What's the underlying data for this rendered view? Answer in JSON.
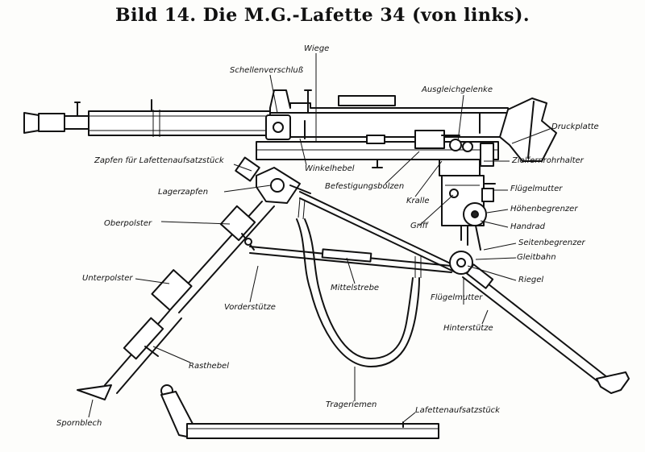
{
  "title": "Bild 14.  Die M.G.-Lafette 34 (von links).",
  "labels": {
    "wiege": "Wiege",
    "schellenverschluss": "Schellenverschluß",
    "ausgleichgelenke": "Ausgleichgelenke",
    "druckplatte": "Druckplatte",
    "zielfernrohrhalter": "Zielfernrohrhalter",
    "winkelhebel": "Winkelhebel",
    "zapfen": "Zapfen für Lafettenaufsatzstück",
    "lagerzapfen": "Lagerzapfen",
    "befestigungsbolzen": "Befestigungsbolzen",
    "kralle": "Kralle",
    "fluegelmutter_top": "Flügelmutter",
    "hoehenbegrenzer": "Höhenbegrenzer",
    "griff": "Griff",
    "handrad": "Handrad",
    "seitenbegrenzer": "Seitenbegrenzer",
    "gleitbahn": "Gleitbahn",
    "oberpolster": "Oberpolster",
    "riegel": "Riegel",
    "unterpolster": "Unterpolster",
    "mittelstrebe": "Mittelstrebe",
    "vorderstuetze": "Vorderstütze",
    "fluegelmutter_bottom": "Flügelmutter",
    "hinterstuetze": "Hinterstütze",
    "rasthebel": "Rasthebel",
    "trageriemen": "Trageriemen",
    "lafettenaufsatzstueck": "Lafettenaufsatzstück",
    "spornblech": "Spornblech"
  }
}
